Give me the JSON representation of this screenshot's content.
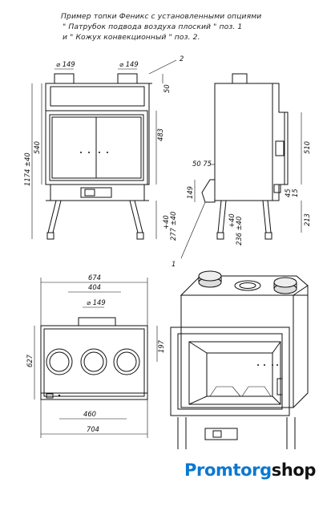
{
  "caption": {
    "line1": "Пример топки Феникс с установленными опциями",
    "line2": "\" Патрубок подвода воздуха плоский \" поз. 1",
    "line3": "и \" Кожух конвекционный \" поз. 2."
  },
  "front_view": {
    "pipe_left": "⌀ 149",
    "pipe_right": "⌀ 149",
    "callout_2": "2",
    "dim_50": "50",
    "dim_483": "483",
    "dim_540": "540",
    "dim_total": "1174 ±40",
    "dim_legs": "277 ±40",
    "dim_legs_b": "+40"
  },
  "side_view": {
    "dim_510": "510",
    "dim_50_75": "50 75",
    "dim_149": "149",
    "dim_45": "45",
    "dim_15": "15",
    "dim_213": "213",
    "dim_legs": "236 ±40",
    "callout_1": "1"
  },
  "top_view": {
    "dim_674": "674",
    "dim_404": "404",
    "pipe": "⌀ 149",
    "dim_197": "197",
    "dim_627": "627",
    "dim_460": "460",
    "dim_704": "704"
  },
  "brand": {
    "part1": "Promtorg",
    "part2": "shop"
  },
  "colors": {
    "brand_blue": "#0b78d1",
    "line": "#111111"
  }
}
